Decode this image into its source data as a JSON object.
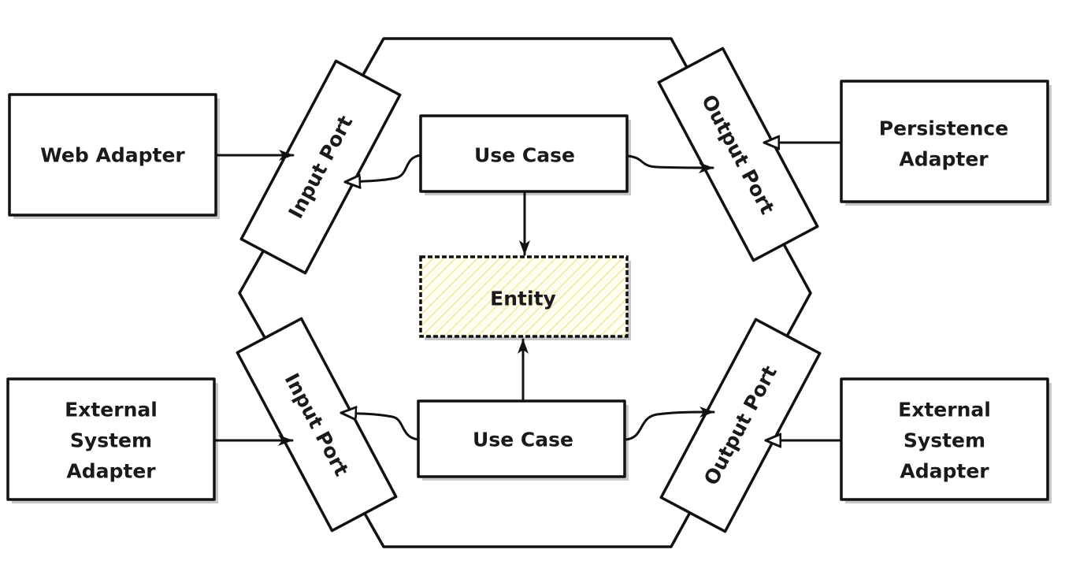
{
  "nodes": {
    "web_adapter": "Web Adapter",
    "persistence_adapter": [
      "Persistence",
      "Adapter"
    ],
    "external_adapter_left": [
      "External",
      "System",
      "Adapter"
    ],
    "external_adapter_right": [
      "External",
      "System",
      "Adapter"
    ],
    "input_port_top": "Input Port",
    "input_port_bottom": "Input Port",
    "output_port_top": "Output Port",
    "output_port_bottom": "Output Port",
    "use_case_top": "Use Case",
    "use_case_bottom": "Use Case",
    "entity": "Entity"
  },
  "colors": {
    "stroke": "#111111",
    "fill": "#ffffff",
    "entity_hatch": "#f0e08a",
    "entity_fill": "#fffdf0",
    "shadow": "#c8c8c8"
  },
  "edges": [
    {
      "from": "Web Adapter",
      "to": "Input Port",
      "head": "filled"
    },
    {
      "from": "External System Adapter",
      "to": "Input Port",
      "head": "filled"
    },
    {
      "from": "Use Case",
      "to": "Input Port",
      "head": "hollow-triangle"
    },
    {
      "from": "Use Case",
      "to": "Output Port",
      "head": "filled"
    },
    {
      "from": "Persistence Adapter",
      "to": "Output Port",
      "head": "hollow-triangle"
    },
    {
      "from": "External System Adapter",
      "to": "Output Port",
      "head": "hollow-triangle"
    },
    {
      "from": "Use Case",
      "to": "Entity",
      "head": "filled"
    }
  ]
}
